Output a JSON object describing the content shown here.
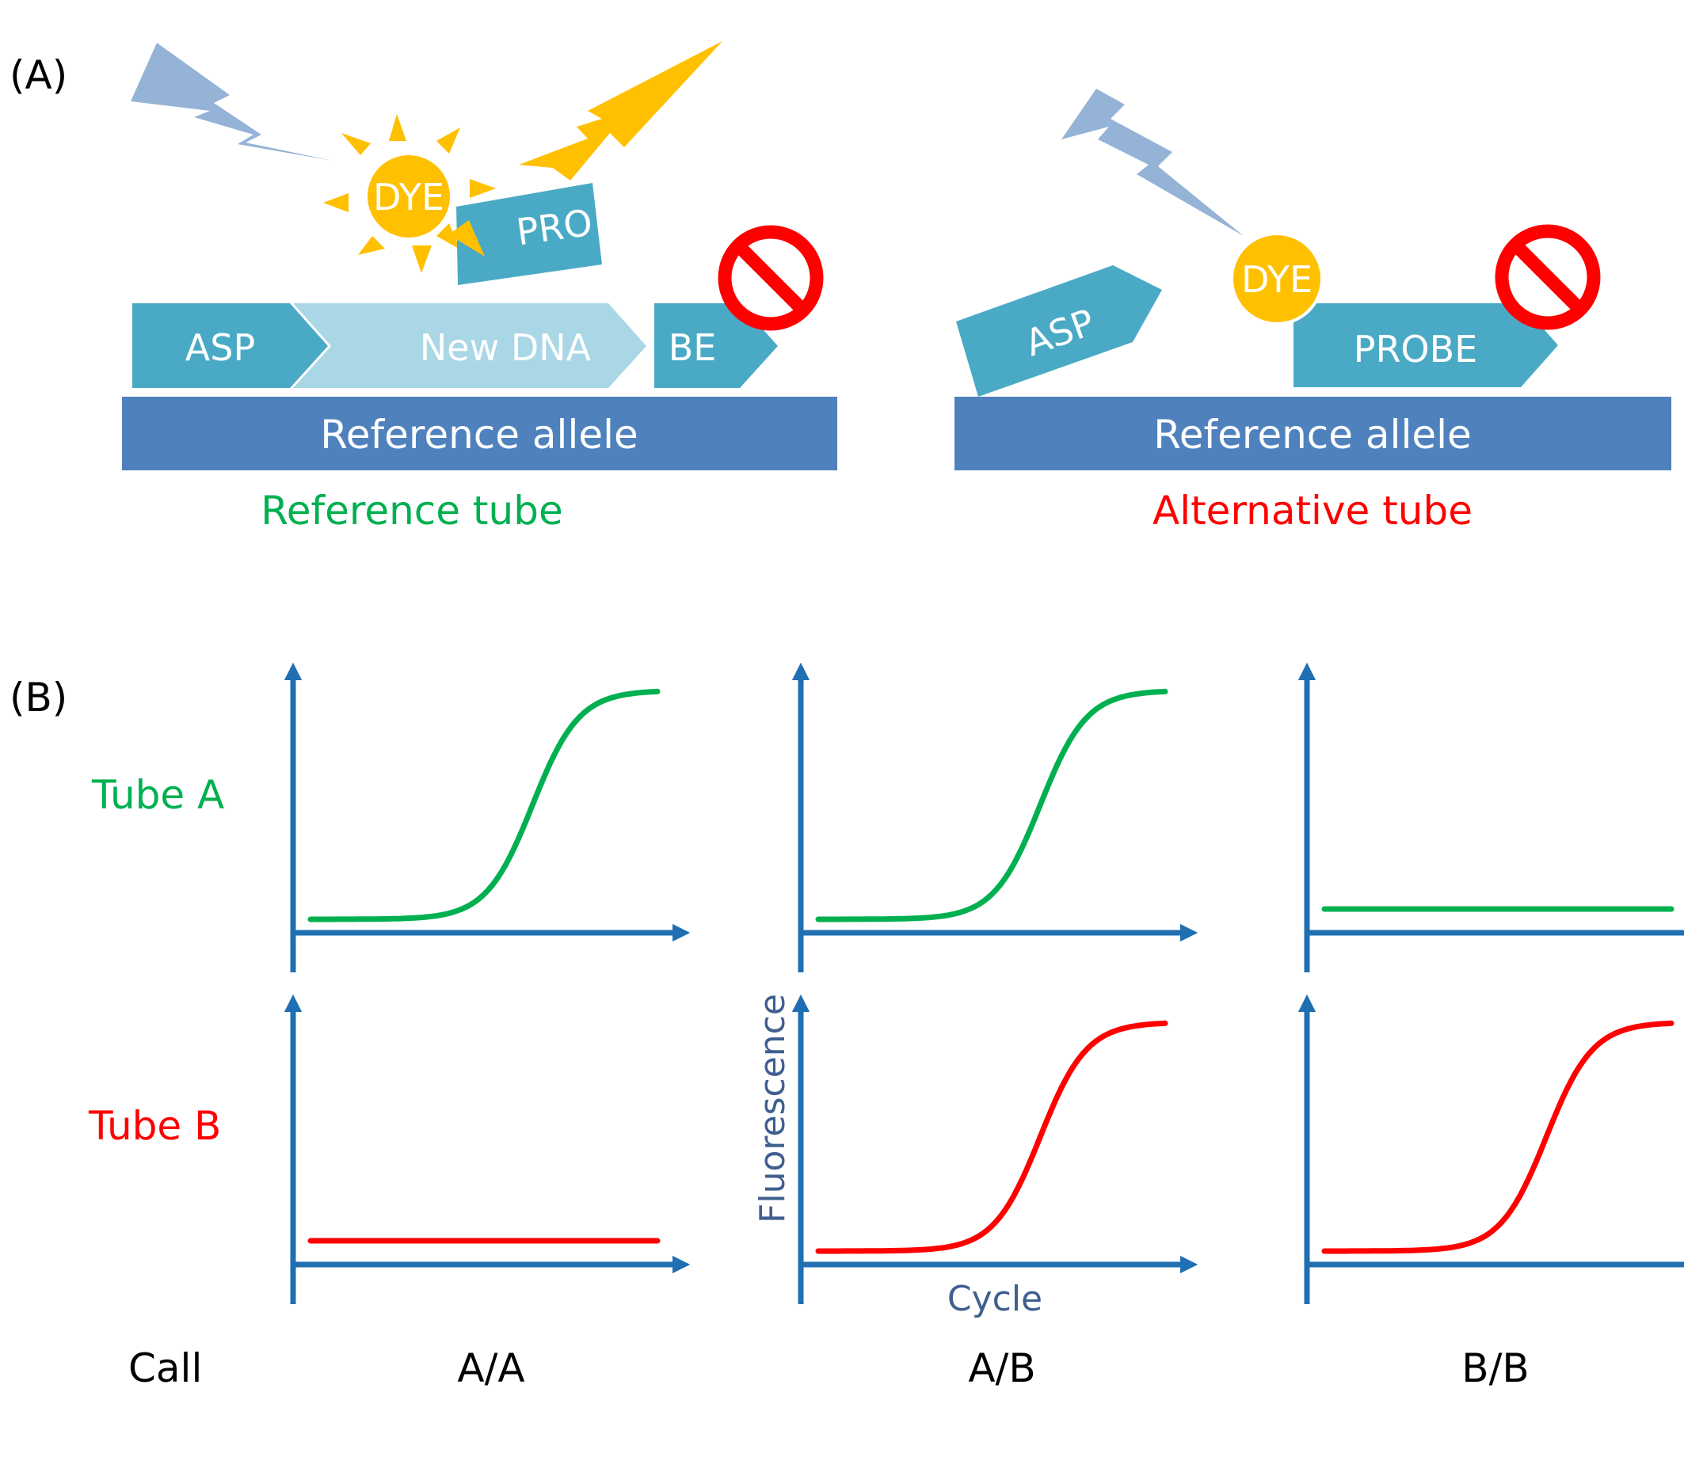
{
  "panel_a": {
    "label": "(A)",
    "reference": {
      "dye": "DYE",
      "probe": "PRO",
      "asp": "ASP",
      "new_dna": "New DNA",
      "be": "BE",
      "allele": "Reference allele",
      "caption": "Reference tube"
    },
    "alternative": {
      "dye": "DYE",
      "asp": "ASP",
      "probe": "PROBE",
      "allele": "Reference allele",
      "caption": "Alternative tube"
    }
  },
  "panel_b": {
    "label": "(B)",
    "row_labels": [
      "Tube A",
      "Tube B"
    ],
    "call_label": "Call",
    "calls": [
      "A/A",
      "A/B",
      "B/B"
    ],
    "axis_x": "Cycle",
    "axis_y": "Fluorescence"
  },
  "colors": {
    "green": "#00b050",
    "red": "#ff0000",
    "teal": "#4aaac5",
    "light_teal": "#a9d7e5",
    "allele_blue": "#4f81bd",
    "axis_blue": "#1f6fb2",
    "dye_yellow": "#ffc000",
    "bolt_blue": "#95b3d7",
    "label_navy": "#3f5f8f"
  },
  "chart_data": {
    "type": "line",
    "curves": [
      {
        "row": "Tube A",
        "call": "A/A",
        "amplified": true
      },
      {
        "row": "Tube A",
        "call": "A/B",
        "amplified": true
      },
      {
        "row": "Tube A",
        "call": "B/B",
        "amplified": false
      },
      {
        "row": "Tube B",
        "call": "A/A",
        "amplified": false
      },
      {
        "row": "Tube B",
        "call": "A/B",
        "amplified": true
      },
      {
        "row": "Tube B",
        "call": "B/B",
        "amplified": true
      }
    ]
  }
}
